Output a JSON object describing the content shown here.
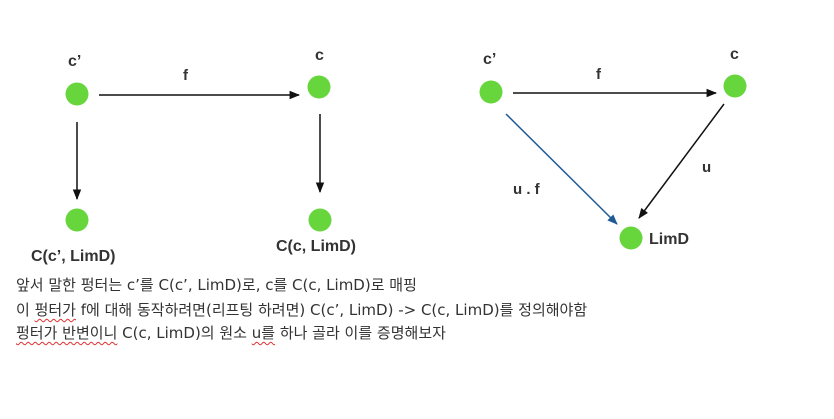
{
  "left_diagram": {
    "top_left_label": "c’",
    "top_right_label": "c",
    "bottom_left_label": "C(c’, LimD)",
    "bottom_right_label": "C(c, LimD)",
    "arrow_label": "f"
  },
  "right_diagram": {
    "top_left_label": "c’",
    "top_right_label": "c",
    "bottom_label": "LimD",
    "top_arrow_label": "f",
    "left_arrow_label": "u . f",
    "right_arrow_label": "u"
  },
  "caption": {
    "line1": "앞서 말한 펑터는 c’를 C(c’, LimD)로, c를 C(c, LimD)로 매핑",
    "line2_a": "이 ",
    "line2_b": "펑터가",
    "line2_c": " f에 대해 동작하려면(리프팅 하려면) C(c’, LimD) -> C(c, LimD)를 정의해야함",
    "line3_a": "펑터가 반변이니",
    "line3_b": " C(c, LimD)의 원소 ",
    "line3_c": "u를",
    "line3_d": " 하나 골라 이를 증명해보자"
  },
  "colors": {
    "node": "#66d63c",
    "arrow": "#111111",
    "blue_arrow": "#1f5a96",
    "text": "#333333"
  }
}
